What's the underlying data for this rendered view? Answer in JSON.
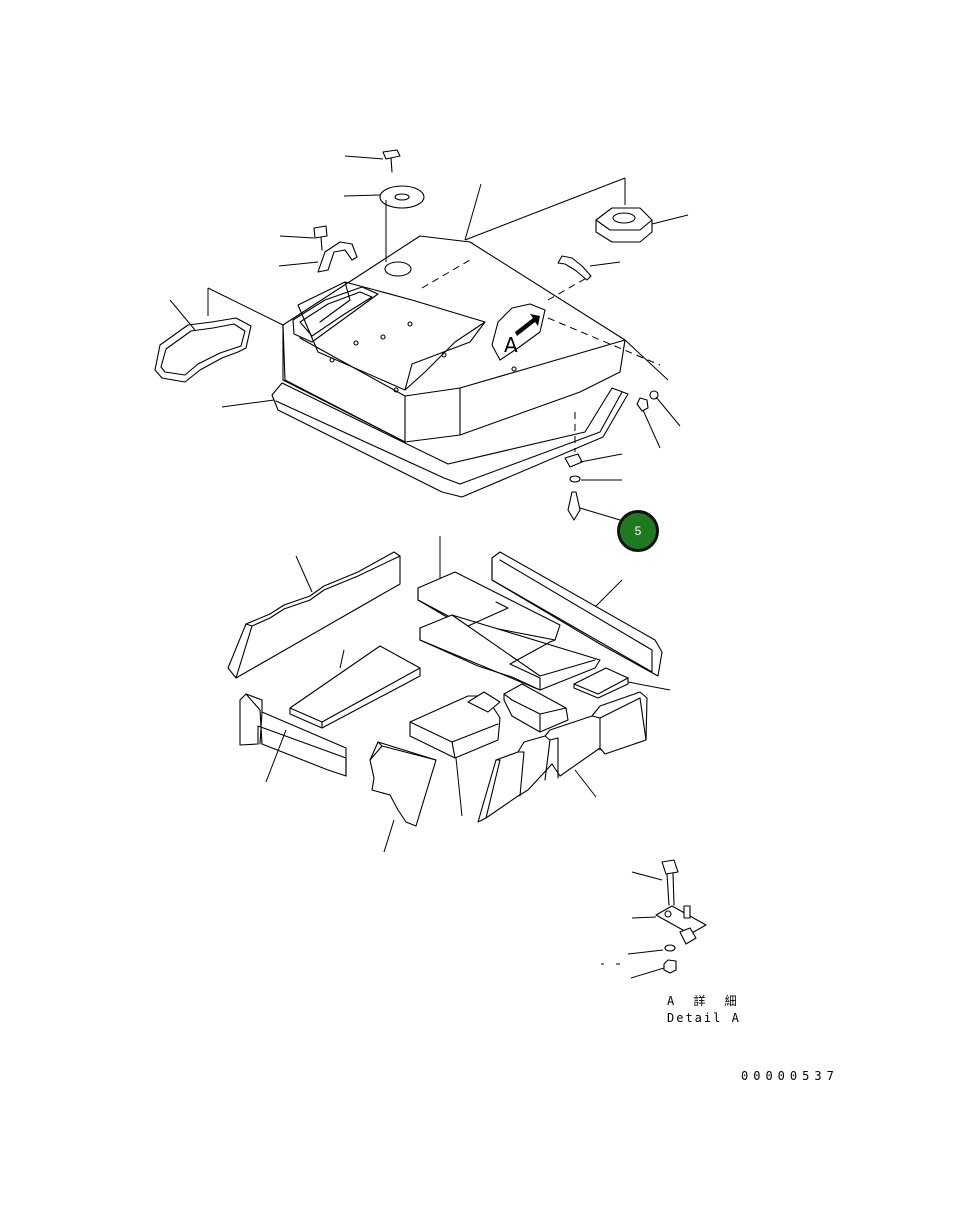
{
  "diagram": {
    "callout_number": "5",
    "callout_color": "#1f7a1f",
    "view_marker_letter": "A",
    "detail_caption_jp": "A 詳 細",
    "detail_caption_en": "Detail A",
    "drawing_number": "00000537"
  }
}
